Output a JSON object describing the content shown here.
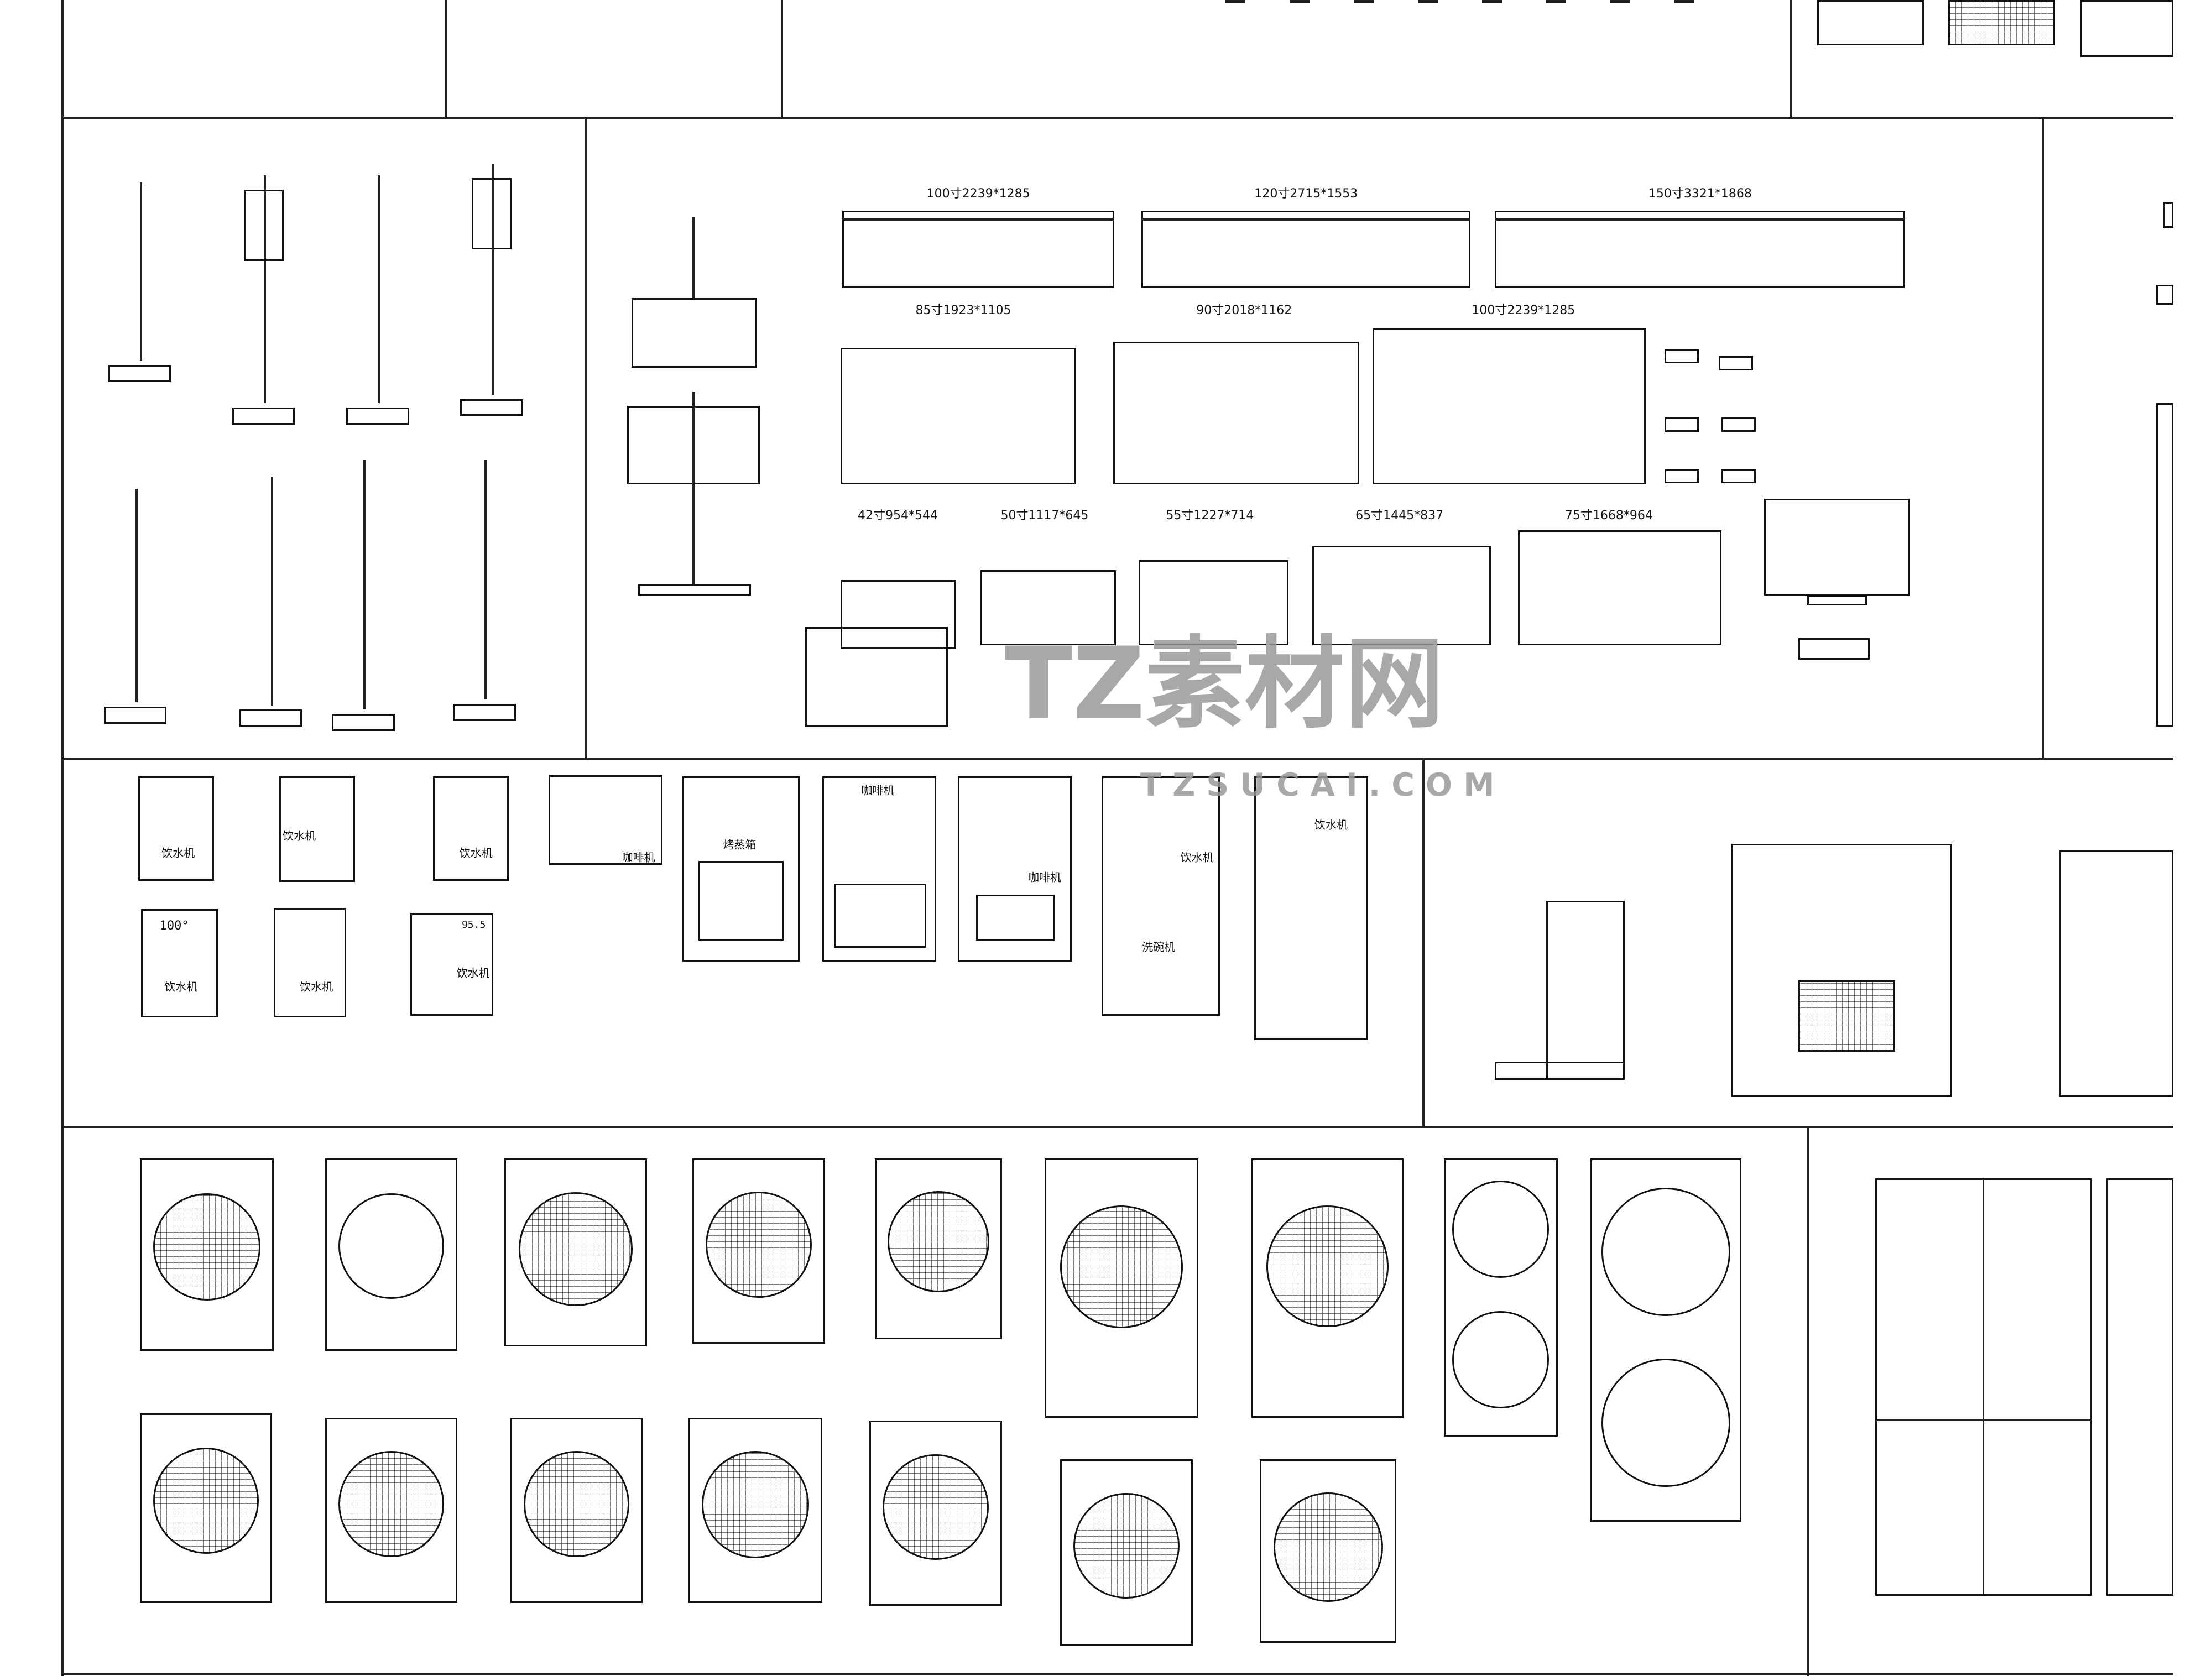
{
  "tv_sizes_top": [
    "100寸2239*1285",
    "120寸2715*1553",
    "150寸3321*1868"
  ],
  "tv_sizes_middle": [
    "85寸1923*1105",
    "90寸2018*1162",
    "100寸2239*1285"
  ],
  "tv_sizes_bottom": [
    "42寸954*544",
    "50寸1117*645",
    "55寸1227*714",
    "65寸1445*837",
    "75寸1668*964"
  ],
  "appliance_labels": {
    "water_dispenser": "饮水机",
    "coffee_machine": "咖啡机",
    "steam_oven": "烤蒸箱",
    "dishwasher": "洗碗机"
  },
  "displays": {
    "dispenser_temp_1": "100°",
    "dispenser_temp_2": "95.5"
  },
  "watermark": {
    "brand": "TZ素材网",
    "url": "TZSUCAI.COM"
  }
}
